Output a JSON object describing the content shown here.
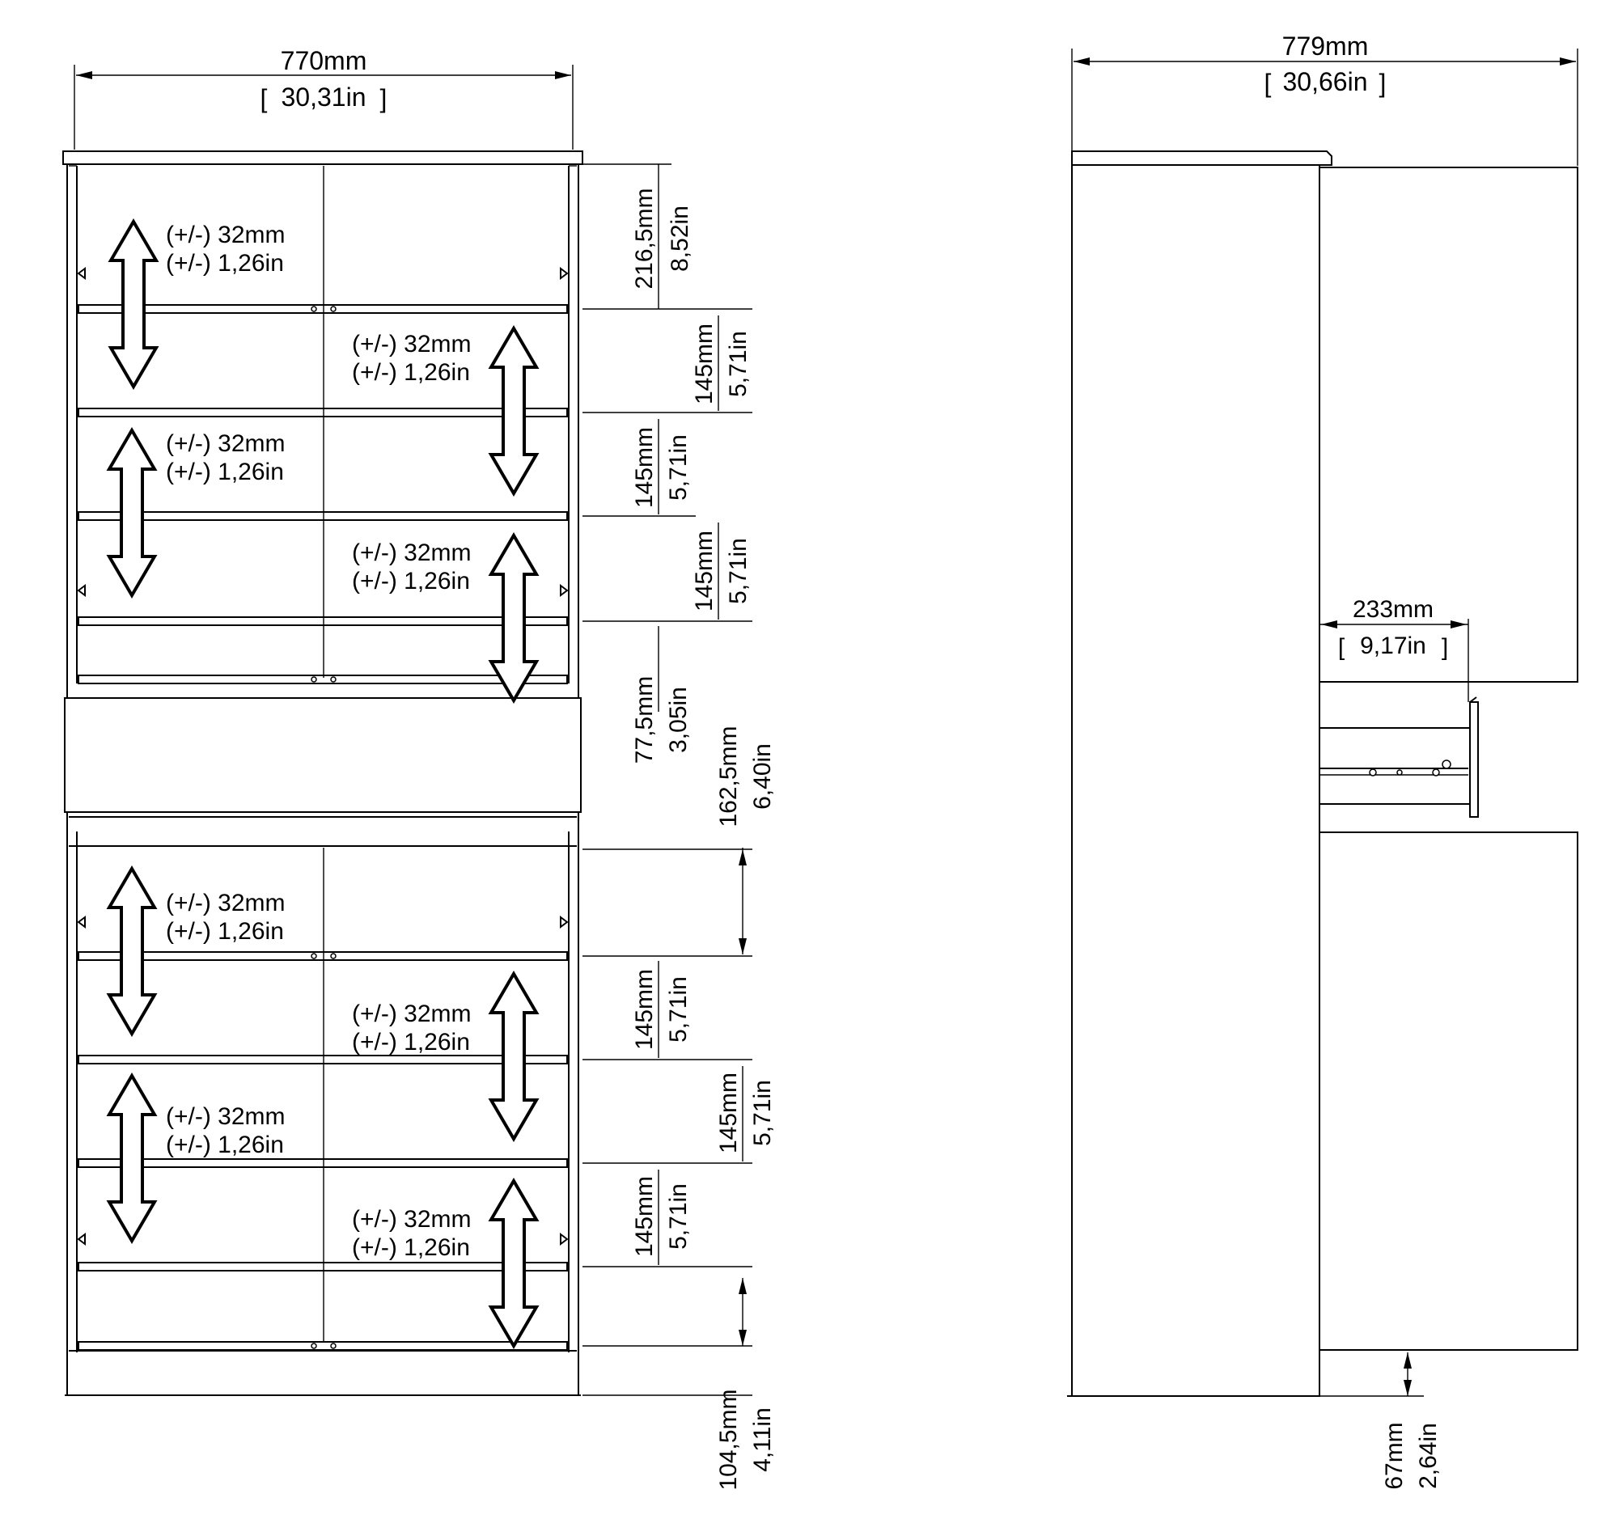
{
  "front_view": {
    "width_mm": "770mm",
    "width_in": "30,31in",
    "heights": [
      {
        "mm": "216,5mm",
        "in": "8,52in"
      },
      {
        "mm": "145mm",
        "in": "5,71in"
      },
      {
        "mm": "145mm",
        "in": "5,71in"
      },
      {
        "mm": "145mm",
        "in": "5,71in"
      },
      {
        "mm": "77,5mm",
        "in": "3,05in"
      },
      {
        "mm": "162,5mm",
        "in": "6,40in"
      },
      {
        "mm": "145mm",
        "in": "5,71in"
      },
      {
        "mm": "145mm",
        "in": "5,71in"
      },
      {
        "mm": "145mm",
        "in": "5,71in"
      },
      {
        "mm": "104,5mm",
        "in": "4,11in"
      }
    ],
    "adjust_mm": "(+/-) 32mm",
    "adjust_in": "(+/-) 1,26in"
  },
  "side_view": {
    "depth_mm": "779mm",
    "depth_in": "30,66in",
    "drawer_mm": "233mm",
    "drawer_in": "9,17in",
    "plinth_mm": "67mm",
    "plinth_in": "2,64in"
  }
}
